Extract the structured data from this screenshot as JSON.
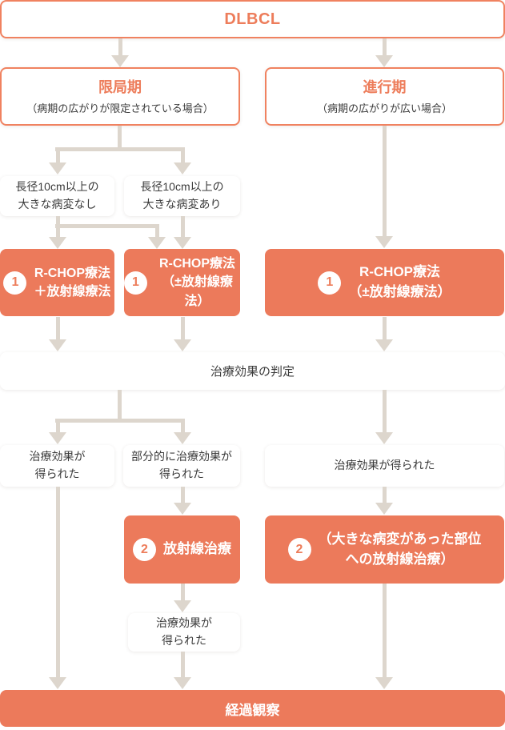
{
  "diagram": {
    "title": "DLBCL",
    "colors": {
      "accent_orange": "#EC7A5B",
      "accent_border": "#F08260",
      "arrow_gray": "#DDD6CD",
      "text_dark": "#3B3B3B",
      "box_white": "#FFFFFF"
    },
    "stages": {
      "localized": {
        "title": "限局期",
        "subtitle": "（病期の広がりが限定されている場合）"
      },
      "advanced": {
        "title": "進行期",
        "subtitle": "（病期の広がりが広い場合）"
      }
    },
    "lesion": {
      "no_bulky": {
        "line1": "長径10cm以上の",
        "line2": "大きな病変なし"
      },
      "bulky": {
        "line1": "長径10cm以上の",
        "line2": "大きな病変あり"
      }
    },
    "step1": {
      "badge": "1",
      "left": {
        "line1": "R-CHOP療法",
        "line2": "＋放射線療法"
      },
      "mid": {
        "line1": "R-CHOP療法",
        "line2": "（±放射線療法）"
      },
      "right": {
        "line1": "R-CHOP療法",
        "line2": "（±放射線療法）"
      }
    },
    "evaluation": "治療効果の判定",
    "results": {
      "left": {
        "line1": "治療効果が",
        "line2": "得られた"
      },
      "mid": {
        "line1": "部分的に治療効果が",
        "line2": "得られた"
      },
      "right": "治療効果が得られた"
    },
    "step2": {
      "badge": "2",
      "mid": "放射線治療",
      "right": {
        "line1": "（大きな病変があった部位",
        "line2": "への放射線治療）"
      }
    },
    "result2": {
      "line1": "治療効果が",
      "line2": "得られた"
    },
    "followup": "経過観察"
  }
}
